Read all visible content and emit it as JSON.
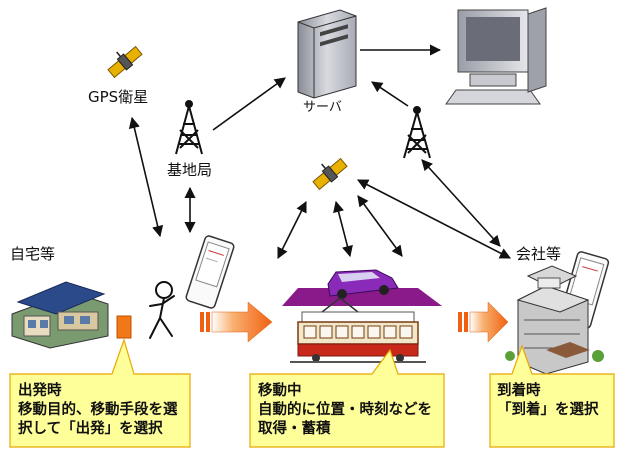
{
  "labels": {
    "gps": "GPS衛星",
    "server": "サーバ",
    "base_station": "基地局",
    "home": "自宅等",
    "company": "会社等"
  },
  "callouts": {
    "depart": [
      "出発時",
      "移動目的、移動手段を選",
      "択して「出発」を選択"
    ],
    "moving": [
      "移動中",
      "自動的に位置・時刻などを",
      "取得・蓄積"
    ],
    "arrive": [
      "到着時",
      "「到着」を選択"
    ]
  },
  "colors": {
    "callout_fill": "#ffff99",
    "callout_border": "#e8a800",
    "flow_arrow": "#f07818",
    "road": "#8a1a8a",
    "car": "#7a1aa8"
  }
}
